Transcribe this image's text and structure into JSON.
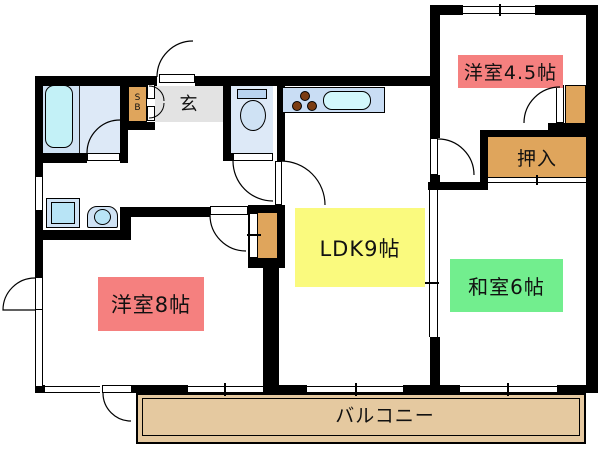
{
  "title": "apartment floor plan",
  "labels": {
    "genkan": "玄",
    "shoebox_s": "S",
    "shoebox_b": "B",
    "room_45": "洋室4.5帖",
    "oshiire": "押入",
    "ldk": "LDK9帖",
    "washitsu": "和室6帖",
    "room_8": "洋室8帖",
    "balcony": "バルコニー"
  },
  "colors": {
    "wall": "#000000",
    "label_red": "#f5807f",
    "label_yellow": "#fafa7e",
    "label_green": "#72ee8e",
    "closet_orange": "#dfa55c",
    "balcony_tan": "#e5c9a0",
    "genkan_gray": "#e3e3e3",
    "room_blue": "#dde9f7",
    "room_blue_dark": "#cfe2f4",
    "tub_cyan": "#c3f1f7",
    "counter_blue": "#c9ddf4",
    "sink_cyan": "#d2f7fc",
    "appliance_blue": "#b8e4f6",
    "tank_blue": "#b9d3ef",
    "burner_brown": "#7b3c12"
  }
}
